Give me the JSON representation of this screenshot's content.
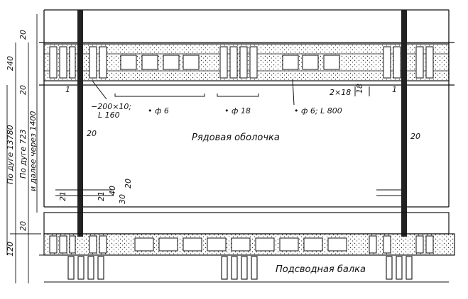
{
  "labels": {
    "main_shell": "Рядовая оболочка",
    "under_beam": "Подсводная балка",
    "plate_note_1": "−200×10;",
    "plate_note_2": "L 160",
    "rebar_6": "• ф 6",
    "rebar_18": "• ф 18",
    "rebar_6_l": "• ф 6; L 800",
    "pair_18": "2×18",
    "dim_18": "18",
    "arc_length": "По дуге 13780",
    "arc_723": "По дуге 723",
    "step_1400": "и далее через 1400",
    "dim_20_top": "20",
    "dim_240": "240",
    "dim_20_mid": "20",
    "dim_20_left": "20",
    "dim_20_right": "20",
    "dim_21a": "21",
    "dim_21b": "21",
    "dim_40": "40",
    "dim_30": "30",
    "dim_20_small": "20",
    "dim_20_bottom": "20",
    "dim_120": "120",
    "tick_1": "1",
    "tick_2": "1"
  },
  "colors": {
    "ink": "#111111",
    "hatch": "#333333",
    "paper": "#ffffff"
  }
}
